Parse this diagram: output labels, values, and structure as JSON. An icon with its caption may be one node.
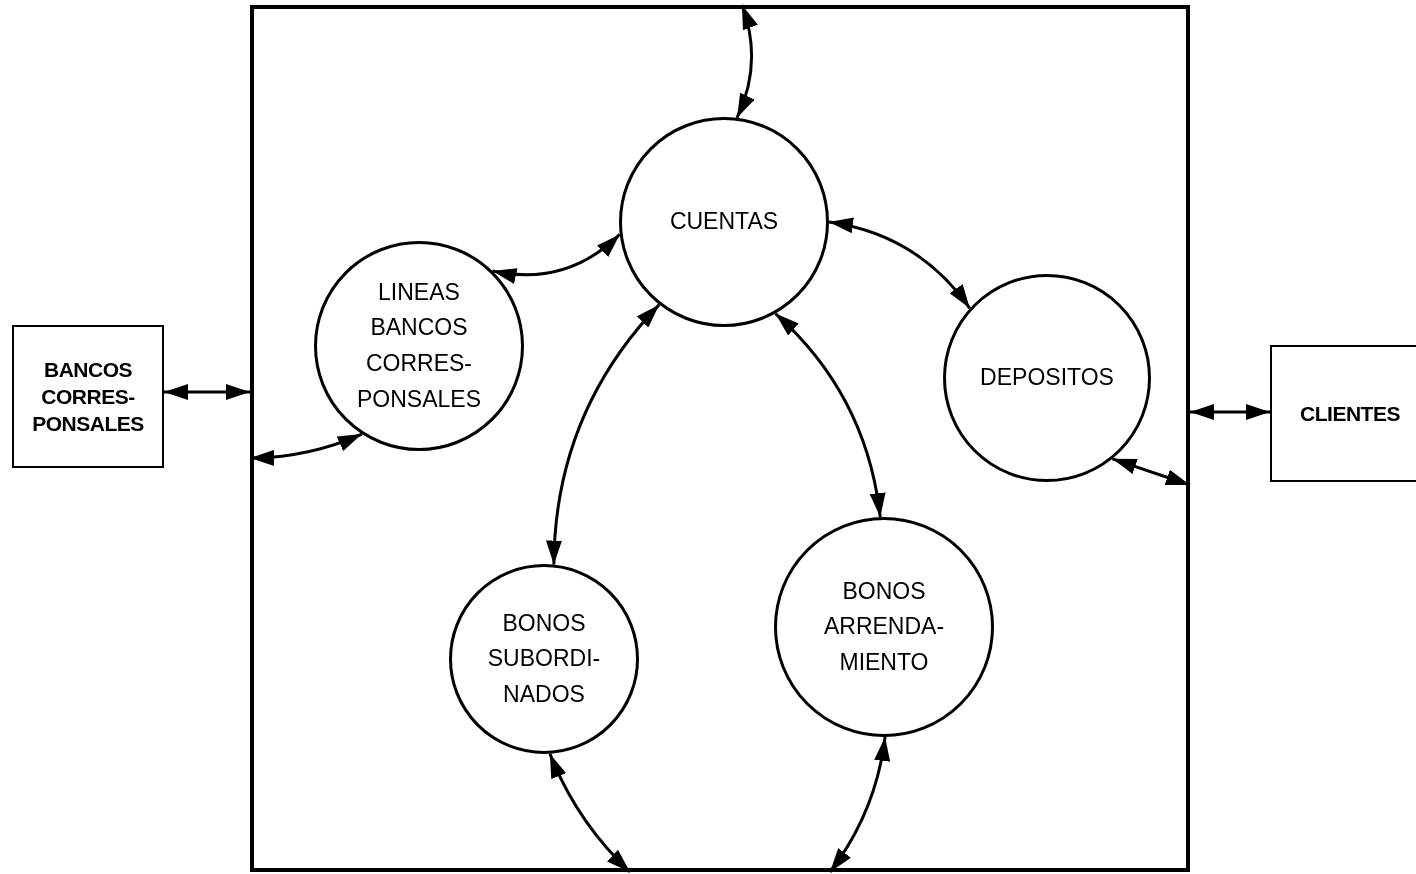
{
  "diagram": {
    "nodes": [
      {
        "text": [],
        "shape": "box"
      },
      {
        "text": [
          "CUENTAS"
        ],
        "in": 0
      },
      {
        "text": [
          "LINEAS BANCOS CORRES- PONSALES"
        ],
        "in": 0
      },
      {
        "text": [
          "DEPOSITOS"
        ],
        "in": 0
      },
      {
        "text": [
          "BONOS SUBORDI- NADOS"
        ],
        "in": 0
      },
      {
        "text": [
          "BONOS ARRENDA- MIENTO"
        ],
        "in": 0
      },
      {
        "text": [
          "BANCOS CORRES- PONSALES"
        ]
      },
      {
        "text": [
          "CLIENTES"
        ]
      }
    ],
    "edges": [
      {
        "from": 0,
        "to": 1,
        "arrow": "both"
      },
      {
        "from": 2,
        "to": 1,
        "arrow": "both"
      },
      {
        "from": 1,
        "to": 3,
        "arrow": "both"
      },
      {
        "from": 1,
        "to": 4,
        "arrow": "both"
      },
      {
        "from": 1,
        "to": 5,
        "arrow": "both"
      },
      {
        "from": 6,
        "to": 0,
        "arrow": "both"
      },
      {
        "from": 0,
        "to": 2,
        "arrow": "both"
      },
      {
        "from": 3,
        "to": 0,
        "arrow": "both"
      },
      {
        "from": 0,
        "to": 7,
        "arrow": "both"
      },
      {
        "from": 4,
        "to": 0,
        "arrow": "both"
      },
      {
        "from": 5,
        "to": 0,
        "arrow": "both"
      }
    ]
  }
}
